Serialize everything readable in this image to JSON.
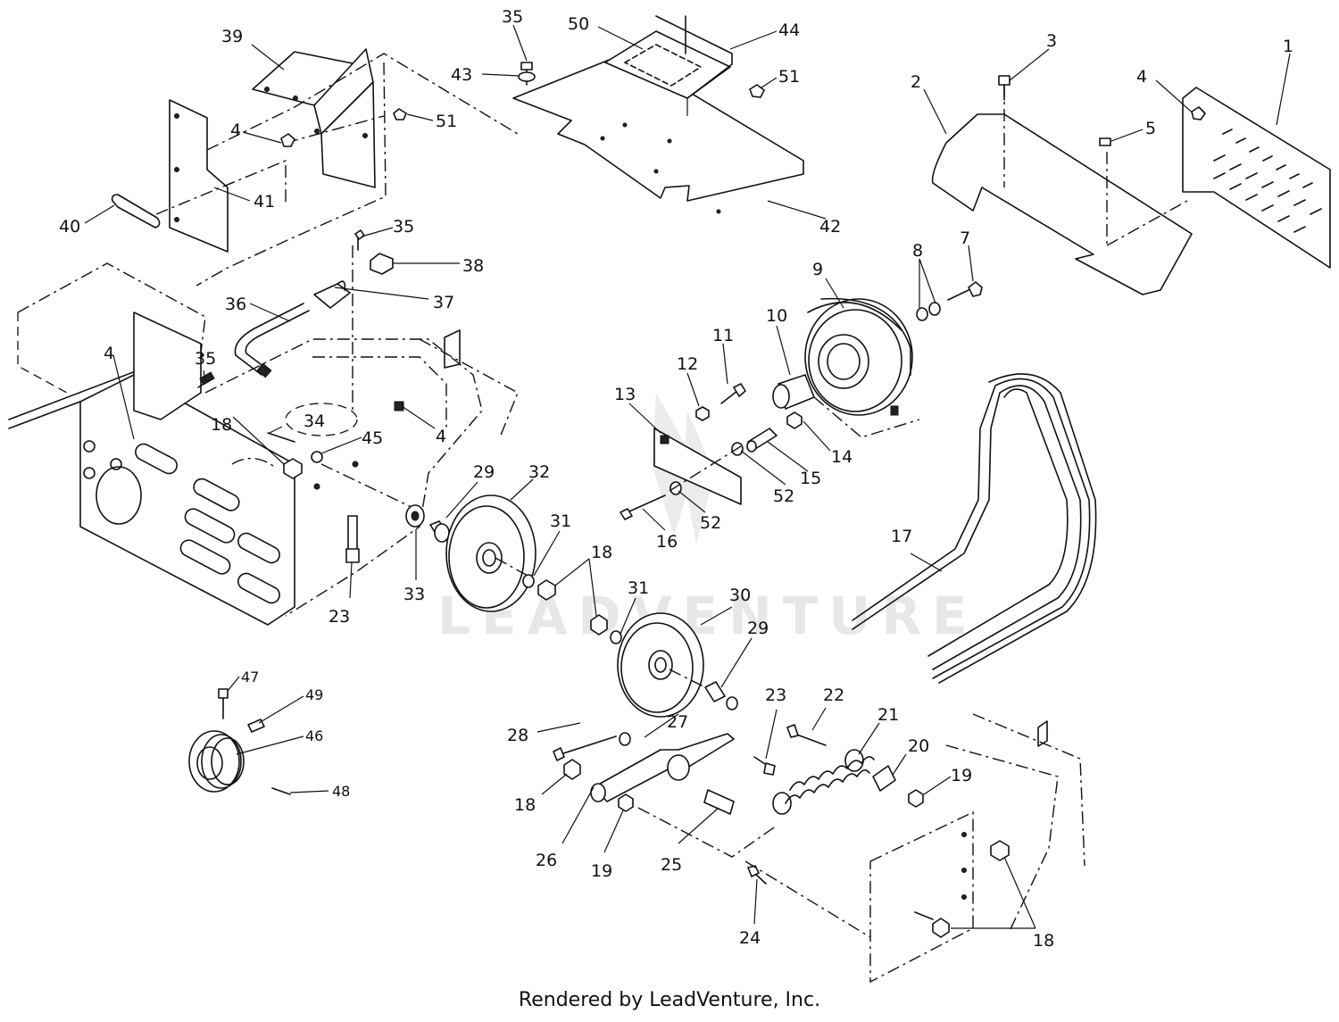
{
  "diagram": {
    "callouts": {
      "c1": "1",
      "c2": "2",
      "c3": "3",
      "c4a": "4",
      "c4b": "4",
      "c4c": "4",
      "c4d": "4",
      "c5": "5",
      "c7": "7",
      "c8": "8",
      "c9": "9",
      "c10": "10",
      "c11": "11",
      "c12": "12",
      "c13": "13",
      "c14": "14",
      "c15": "15",
      "c16": "16",
      "c17": "17",
      "c18a": "18",
      "c18b": "18",
      "c18c": "18",
      "c18d": "18",
      "c19a": "19",
      "c19b": "19",
      "c20": "20",
      "c21": "21",
      "c22": "22",
      "c23a": "23",
      "c23b": "23",
      "c24": "24",
      "c25": "25",
      "c26": "26",
      "c27": "27",
      "c28": "28",
      "c29a": "29",
      "c29b": "29",
      "c30": "30",
      "c31a": "31",
      "c31b": "31",
      "c32": "32",
      "c33": "33",
      "c34": "34",
      "c35a": "35",
      "c35b": "35",
      "c35c": "35",
      "c36": "36",
      "c37": "37",
      "c38": "38",
      "c39": "39",
      "c40": "40",
      "c41": "41",
      "c42": "42",
      "c43": "43",
      "c44": "44",
      "c45": "45",
      "c46": "46",
      "c47": "47",
      "c48": "48",
      "c49": "49",
      "c50": "50",
      "c51a": "51",
      "c51b": "51",
      "c52a": "52",
      "c52b": "52"
    },
    "watermark": "LEADVENTURE",
    "footer": "Rendered by LeadVenture, Inc."
  }
}
